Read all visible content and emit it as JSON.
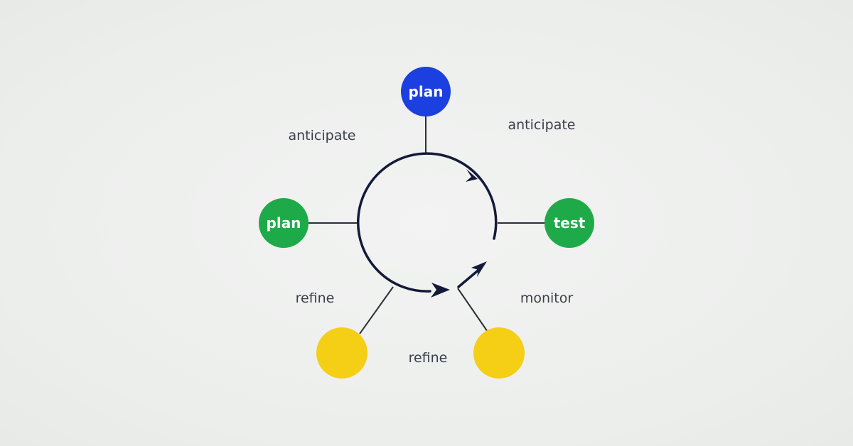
{
  "colors": {
    "blue": "#1c3fe0",
    "green": "#1faa4a",
    "yellow": "#f5ce16",
    "cycle_stroke": "#141a3a",
    "text": "#3a3f4a"
  },
  "nodes": {
    "top": {
      "label": "plan",
      "color": "blue"
    },
    "left": {
      "label": "plan",
      "color": "green"
    },
    "right": {
      "label": "test",
      "color": "green"
    },
    "bottom_left": {
      "label": "",
      "color": "yellow"
    },
    "bottom_right": {
      "label": "",
      "color": "yellow"
    }
  },
  "labels": {
    "top_left": "anticipate",
    "top_right": "anticipate",
    "mid_left": "refine",
    "mid_right": "monitor",
    "bottom": "refine"
  }
}
